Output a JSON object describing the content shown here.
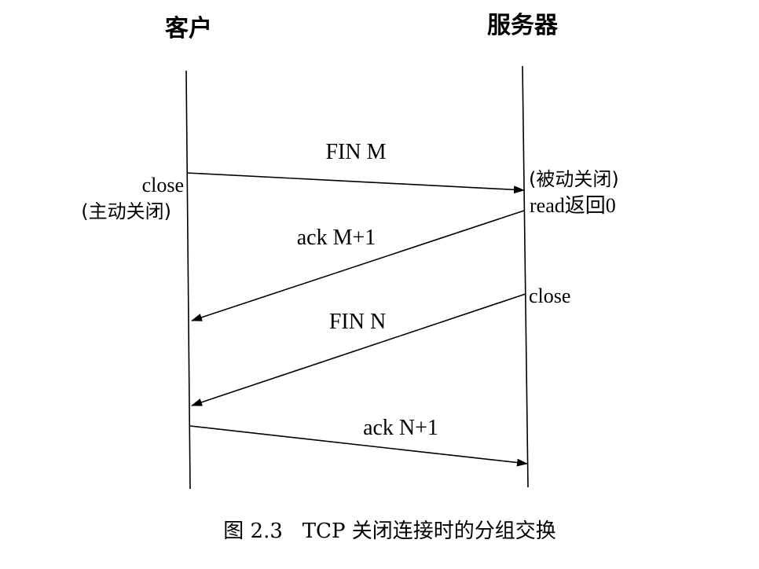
{
  "participants": {
    "client": "客户",
    "server": "服务器"
  },
  "messages": {
    "fin_m": "FIN M",
    "ack_m": "ack M+1",
    "fin_n": "FIN N",
    "ack_n": "ack N+1"
  },
  "notes": {
    "client_close": "close",
    "client_active_close": "(主动关闭)",
    "server_passive_close": "(被动关闭)",
    "server_read_returns": "read返回0",
    "server_close": "close"
  },
  "caption": "图 2.3   TCP 关闭连接时的分组交换"
}
